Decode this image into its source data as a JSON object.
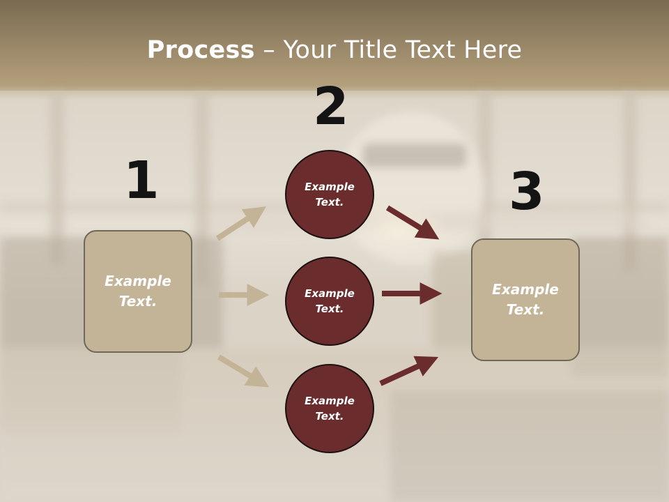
{
  "slide": {
    "title_bold": "Process",
    "title_rest": " – Your Title Text Here",
    "step_numbers": [
      "1",
      "2",
      "3"
    ],
    "left_box_text": "Example Text.",
    "right_box_text": "Example Text.",
    "circles": [
      {
        "text": "Example Text."
      },
      {
        "text": "Example Text."
      },
      {
        "text": "Example Text."
      }
    ]
  },
  "colors": {
    "header_band": "#8d7a58",
    "box_fill": "#c4b497",
    "circle_fill": "#6a2c2c",
    "arrow_light": "#c4b497",
    "arrow_dark": "#6a2c2c"
  }
}
